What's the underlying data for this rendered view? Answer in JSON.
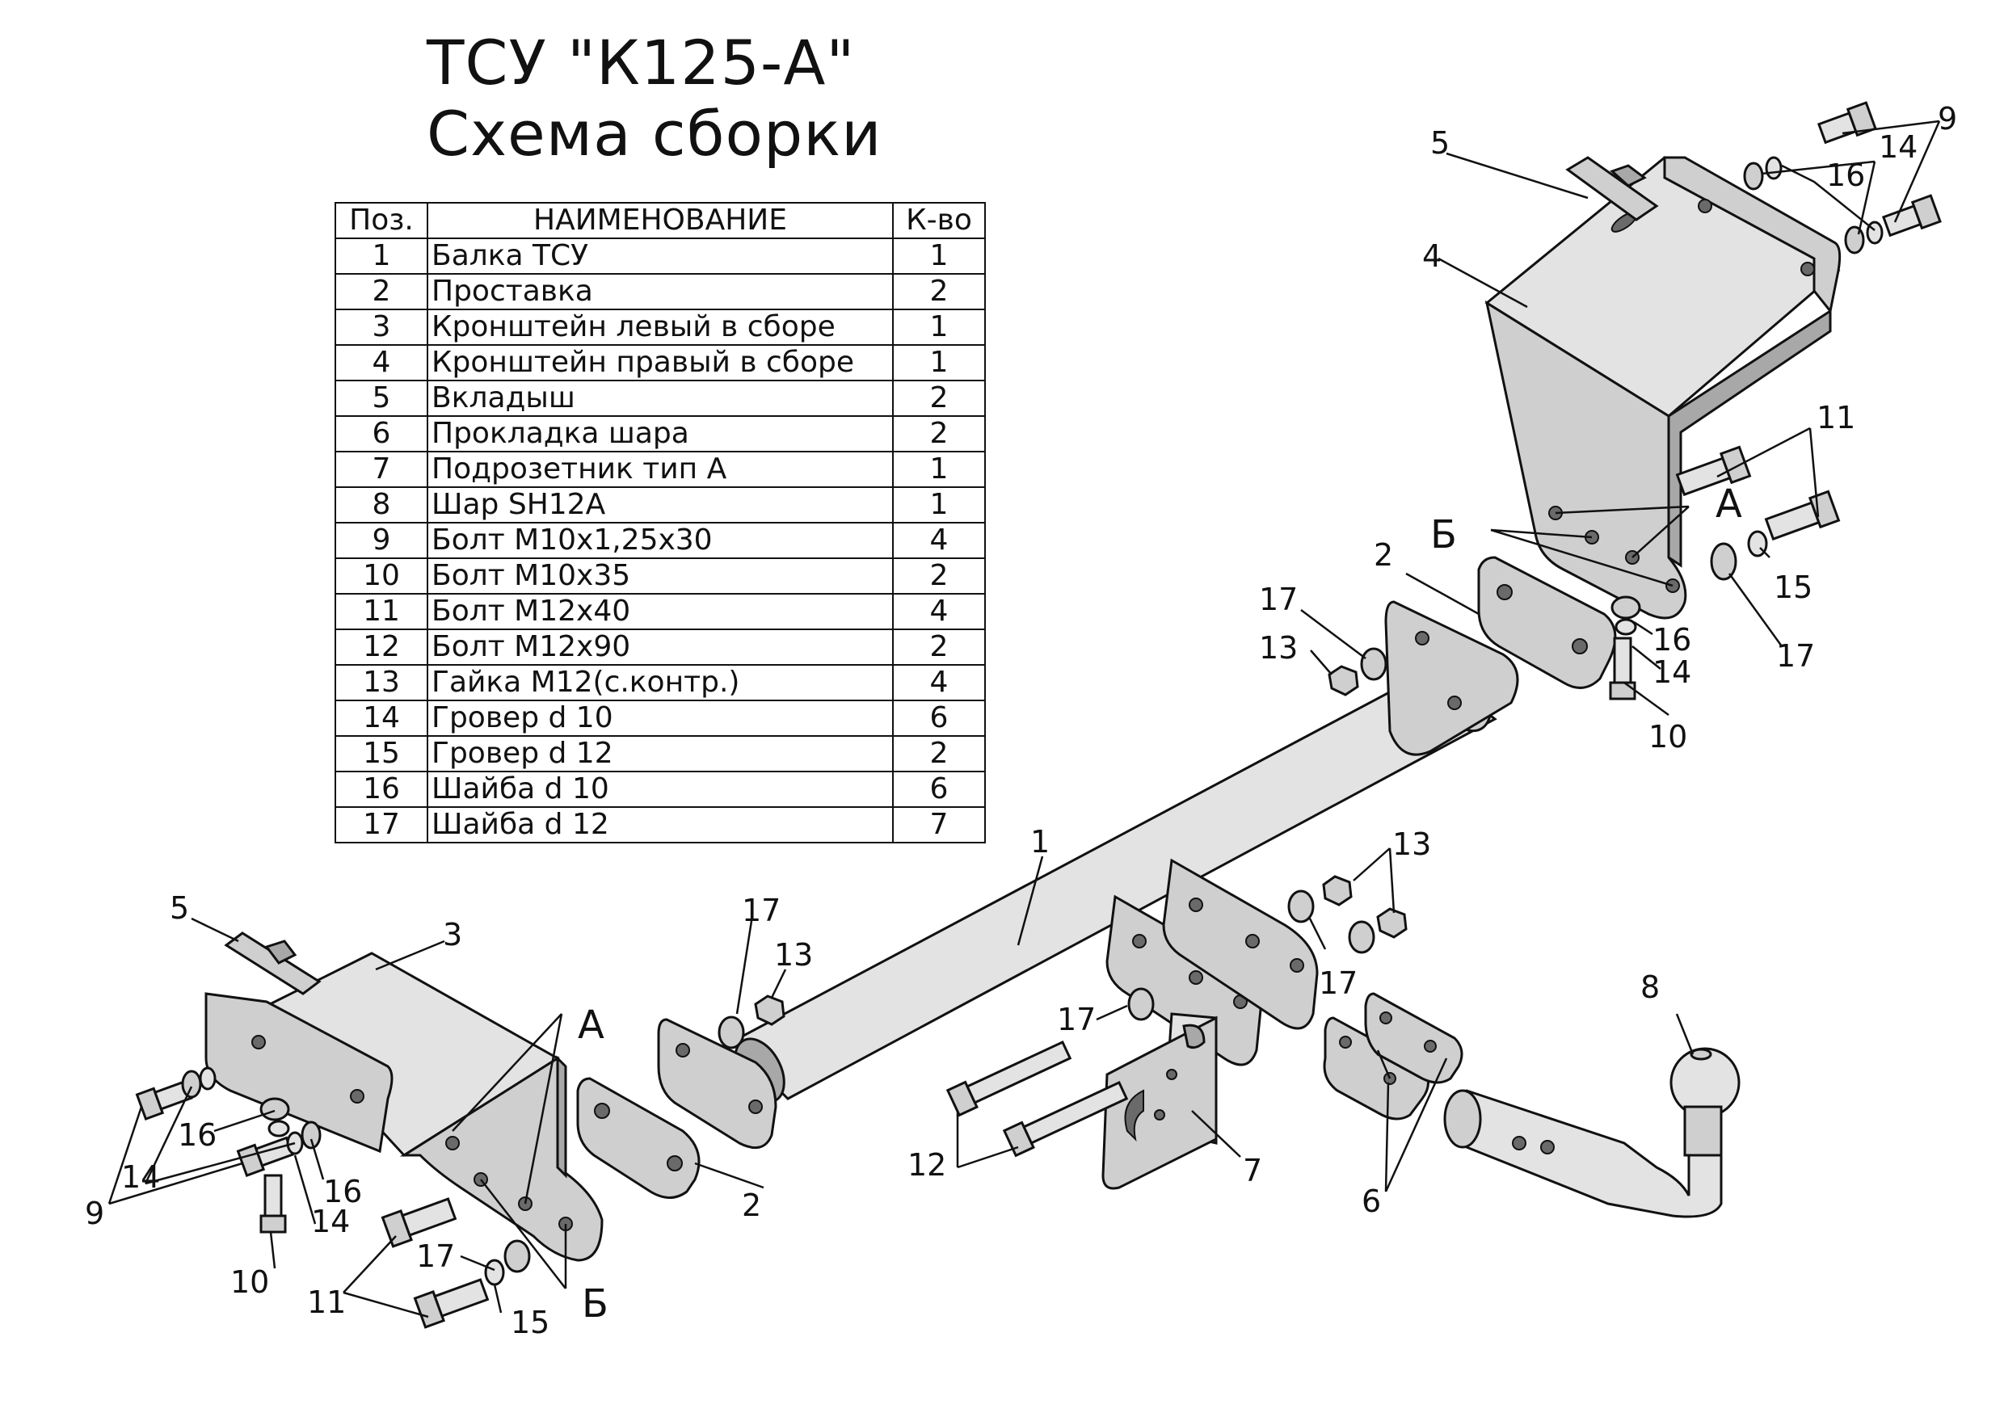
{
  "title": {
    "line1": "ТСУ \"К125-А\"",
    "line2": "Схема сборки"
  },
  "table": {
    "headers": {
      "pos": "Поз.",
      "name": "НАИМЕНОВАНИЕ",
      "qty": "К-во"
    },
    "rows": [
      {
        "pos": "1",
        "name": "Балка ТСУ",
        "qty": "1"
      },
      {
        "pos": "2",
        "name": "Проставка",
        "qty": "2"
      },
      {
        "pos": "3",
        "name": "Кронштейн левый в сборе",
        "qty": "1"
      },
      {
        "pos": "4",
        "name": "Кронштейн правый в сборе",
        "qty": "1"
      },
      {
        "pos": "5",
        "name": "Вкладыш",
        "qty": "2"
      },
      {
        "pos": "6",
        "name": "Прокладка шара",
        "qty": "2"
      },
      {
        "pos": "7",
        "name": "Подрозетник тип А",
        "qty": "1"
      },
      {
        "pos": "8",
        "name": "Шар SH12A",
        "qty": "1"
      },
      {
        "pos": "9",
        "name": "Болт М10х1,25х30",
        "qty": "4"
      },
      {
        "pos": "10",
        "name": "Болт М10х35",
        "qty": "2"
      },
      {
        "pos": "11",
        "name": "Болт М12х40",
        "qty": "4"
      },
      {
        "pos": "12",
        "name": "Болт М12х90",
        "qty": "2"
      },
      {
        "pos": "13",
        "name": "Гайка М12(с.контр.)",
        "qty": "4"
      },
      {
        "pos": "14",
        "name": "Гровер d 10",
        "qty": "6"
      },
      {
        "pos": "15",
        "name": "Гровер d 12",
        "qty": "2"
      },
      {
        "pos": "16",
        "name": "Шайба d 10",
        "qty": "6"
      },
      {
        "pos": "17",
        "name": "Шайба d 12",
        "qty": "7"
      }
    ]
  },
  "callouts": {
    "n1": "1",
    "n2": "2",
    "n3": "3",
    "n4": "4",
    "n5": "5",
    "n6": "6",
    "n7": "7",
    "n8": "8",
    "n9": "9",
    "n10": "10",
    "n11": "11",
    "n12": "12",
    "n13": "13",
    "n14": "14",
    "n15": "15",
    "n16": "16",
    "n17": "17",
    "mark_a": "А",
    "mark_b": "Б"
  }
}
